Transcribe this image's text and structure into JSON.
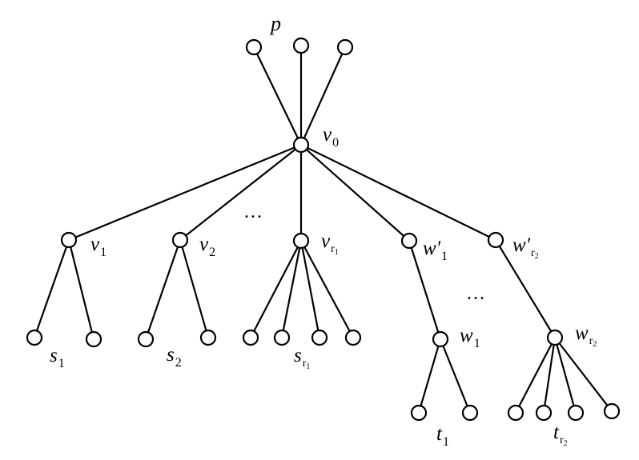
{
  "diagram": {
    "labels": {
      "p": {
        "main": "p",
        "sub": ""
      },
      "v0": {
        "main": "v",
        "sub": "0"
      },
      "v1": {
        "main": "v",
        "sub": "1"
      },
      "v2": {
        "main": "v",
        "sub": "2"
      },
      "vr1": {
        "main": "v",
        "sub": "r",
        "subsub": "1"
      },
      "w1p": {
        "main": "w'",
        "sub": "1"
      },
      "wr2p": {
        "main": "w'",
        "sub": "r",
        "subsub": "2"
      },
      "w1": {
        "main": "w",
        "sub": "1"
      },
      "wr2": {
        "main": "w",
        "sub": "r",
        "subsub": "2"
      },
      "s1": {
        "main": "s",
        "sub": "1"
      },
      "s2": {
        "main": "s",
        "sub": "2"
      },
      "sr1": {
        "main": "s",
        "sub": "r",
        "subsub": "1"
      },
      "t1": {
        "main": "t",
        "sub": "1"
      },
      "tr2": {
        "main": "t",
        "sub": "r",
        "subsub": "2"
      }
    },
    "ellipsis": "…",
    "colors": {
      "stroke": "#000000",
      "node_fill": "#ffffff",
      "background": "#ffffff"
    }
  }
}
